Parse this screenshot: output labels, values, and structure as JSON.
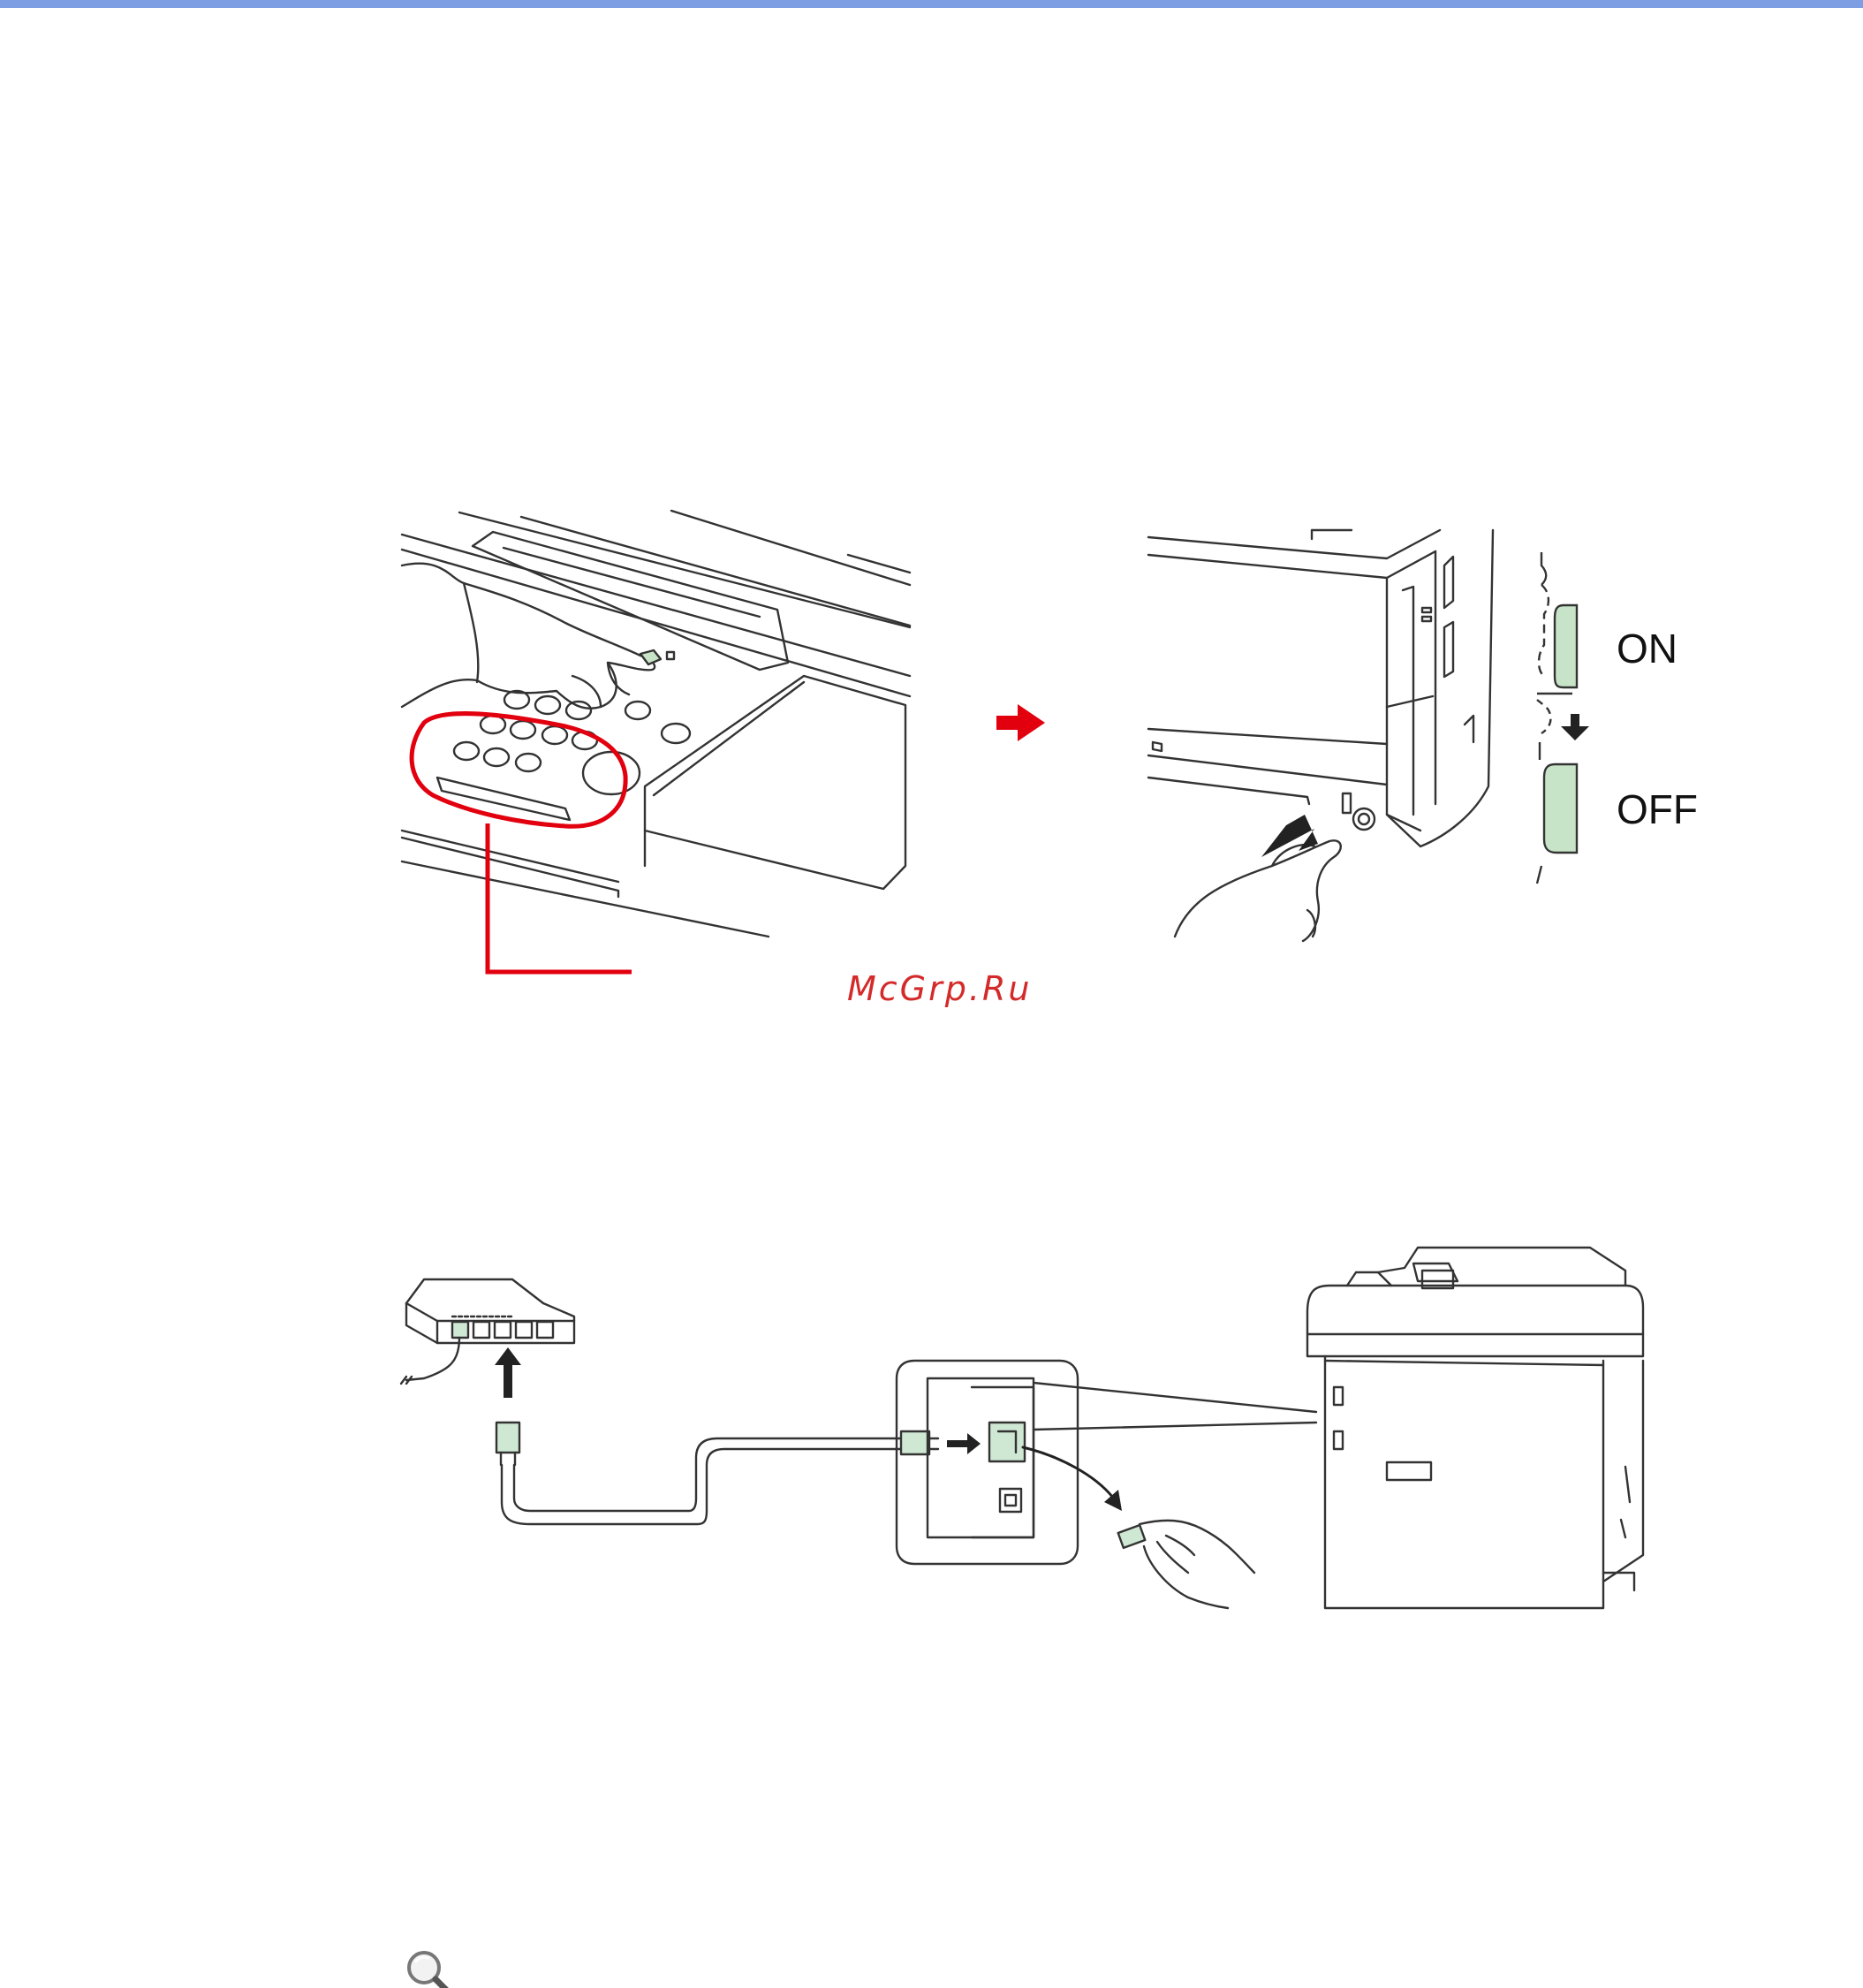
{
  "colors": {
    "top_rule": "#7e9ee4",
    "highlight": "#e2000f",
    "switch_fill": "#c8e4c8",
    "port_fill": "#cfe8d4",
    "line": "#333333",
    "watermark": "#d42a2a"
  },
  "power_figure": {
    "switch_on_label": "ON",
    "switch_off_label": "OFF"
  },
  "watermark": {
    "text": "McGrp.Ru"
  },
  "icons": {
    "next_step_arrow": "arrow-right-icon",
    "switch_direction": "arrow-down-icon",
    "note": "magnifier-icon"
  }
}
